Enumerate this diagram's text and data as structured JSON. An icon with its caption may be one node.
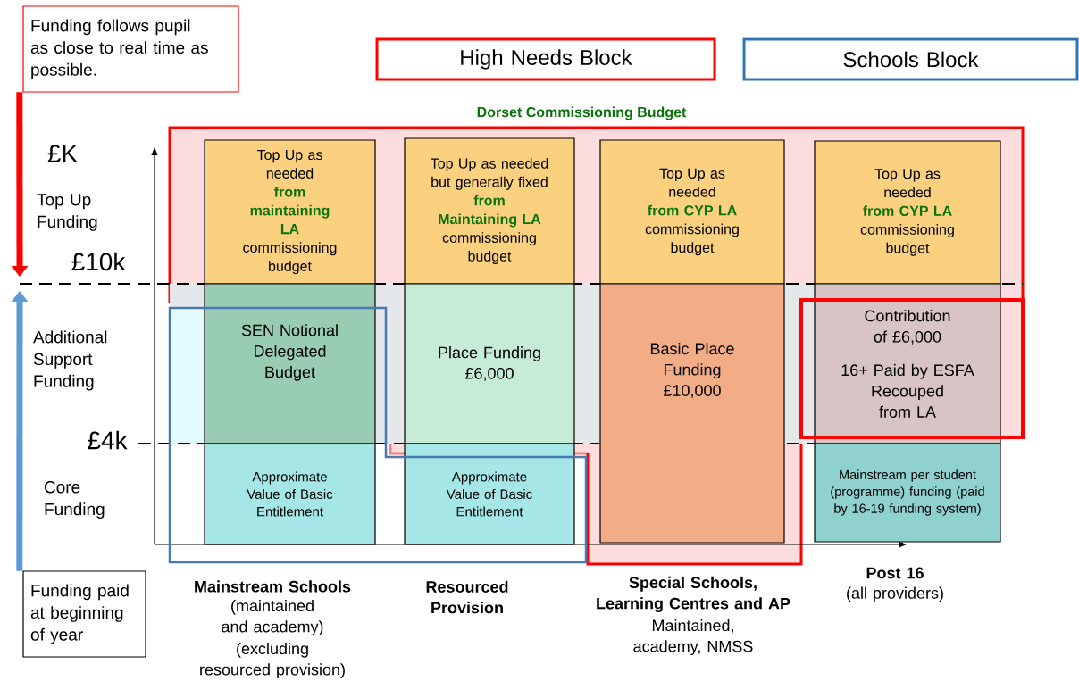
{
  "diagram": {
    "nodes": [
      {
        "text": [
          "Funding follows pupil as close to real time as possible."
        ]
      },
      {
        "text": [
          "High Needs Block"
        ]
      },
      {
        "text": [
          "Schools Block"
        ]
      },
      {
        "text": [
          "Dorset Commissioning Budget"
        ]
      },
      {
        "text": [
          "Top Up as needed",
          "from maintaining LA",
          "commissioning budget"
        ],
        "in": 3
      },
      {
        "text": [
          "Top Up as needed but generally fixed",
          "from Maintaining LA",
          "commissioning budget"
        ],
        "in": 3
      },
      {
        "text": [
          "Top Up as needed",
          "from CYP LA",
          "commissioning budget"
        ],
        "in": 3
      },
      {
        "text": [
          "Top Up as needed",
          "from CYP LA",
          "commissioning budget"
        ],
        "in": 3
      },
      {
        "text": [
          "SEN Notional Delegated Budget"
        ]
      },
      {
        "text": [
          "Place Funding £6,000"
        ],
        "in": 3
      },
      {
        "text": [
          "Basic Place Funding £10,000"
        ],
        "in": 3
      },
      {
        "text": [
          "Contribution of £6,000",
          "16+ Paid by ESFA Recouped from LA"
        ],
        "in": 3
      },
      {
        "text": [
          "Approximate Value of Basic Entitlement"
        ]
      },
      {
        "text": [
          "Approximate Value of Basic Entitlement"
        ]
      },
      {
        "text": [
          "Mainstream per student (programme) funding (paid by 16-19 funding system)"
        ]
      },
      {
        "text": [
          "Funding paid at beginning of year"
        ]
      }
    ],
    "edges": [
      {
        "from": 0,
        "to": null,
        "arrow": "to",
        "color": "#ff0000"
      },
      {
        "from": 15,
        "to": null,
        "arrow": "to",
        "color": "#5b9bd5"
      }
    ],
    "labels": [
      "£K",
      "Top Up Funding",
      "£10k",
      "Additional Support Funding",
      "£4k",
      "Core Funding",
      "Mainstream Schools",
      "(maintained and academy)",
      "(excluding resourced provision)",
      "Resourced Provision",
      "Special Schools, Learning Centres and AP",
      "Maintained, academy, NMSS",
      "Post 16",
      "(all providers)"
    ]
  }
}
